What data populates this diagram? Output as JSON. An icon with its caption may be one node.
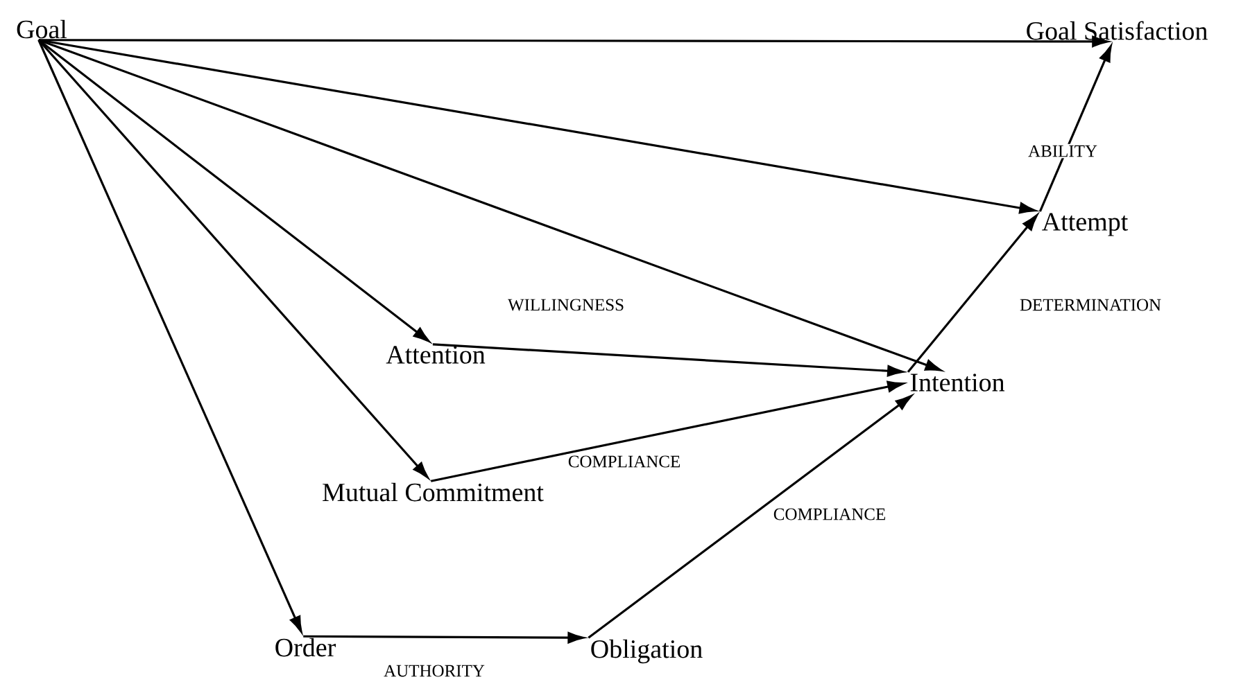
{
  "diagram": {
    "nodes": [
      {
        "text": [
          "Goal"
        ]
      },
      {
        "text": [
          "Goal Satisfaction"
        ]
      },
      {
        "text": [
          "Attempt"
        ]
      },
      {
        "text": [
          "Intention"
        ]
      },
      {
        "text": [
          "Attention"
        ]
      },
      {
        "text": [
          "Mutual Commitment"
        ]
      },
      {
        "text": [
          "Order"
        ]
      },
      {
        "text": [
          "Obligation"
        ]
      }
    ],
    "edges": [
      {
        "from": 0,
        "to": 1,
        "arrow": "to"
      },
      {
        "from": 0,
        "to": 2,
        "arrow": "to"
      },
      {
        "from": 0,
        "to": 3,
        "arrow": "to"
      },
      {
        "from": 0,
        "to": 4,
        "arrow": "to"
      },
      {
        "from": 0,
        "to": 5,
        "arrow": "to"
      },
      {
        "from": 0,
        "to": 6,
        "arrow": "to"
      },
      {
        "from": 4,
        "to": 3,
        "arrow": "to",
        "label": "WILLINGNESS"
      },
      {
        "from": 5,
        "to": 3,
        "arrow": "to",
        "label": "COMPLIANCE"
      },
      {
        "from": 6,
        "to": 7,
        "arrow": "to",
        "label": "AUTHORITY"
      },
      {
        "from": 7,
        "to": 3,
        "arrow": "to",
        "label": "COMPLIANCE"
      },
      {
        "from": 3,
        "to": 2,
        "arrow": "to",
        "label": "DETERMINATION"
      },
      {
        "from": 2,
        "to": 1,
        "arrow": "to",
        "label": "ABILITY"
      }
    ]
  }
}
